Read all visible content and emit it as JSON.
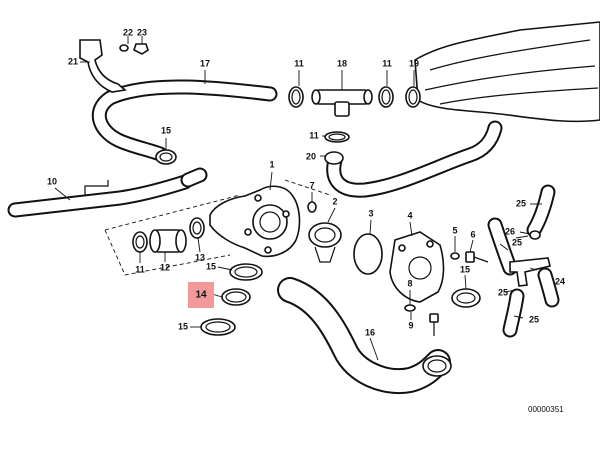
{
  "labels": {
    "l1": "1",
    "l2": "2",
    "l3": "3",
    "l4": "4",
    "l5": "5",
    "l6": "6",
    "l7": "7",
    "l8": "8",
    "l9": "9",
    "l10": "10",
    "l11a": "11",
    "l11b": "11",
    "l11c": "11",
    "l12": "12",
    "l13": "13",
    "l14": "14",
    "l15a": "15",
    "l15b": "15",
    "l15c": "15",
    "l16": "16",
    "l17": "17",
    "l18": "18",
    "l19": "19",
    "l20": "20",
    "l21": "21",
    "l22": "22",
    "l23": "23",
    "l24": "24",
    "l25a": "25",
    "l25b": "25",
    "l25c": "25",
    "l25d": "25",
    "l26": "26"
  },
  "highlight_label": "14",
  "highlight_color": "#f29a9a",
  "reference_number": "00000351"
}
